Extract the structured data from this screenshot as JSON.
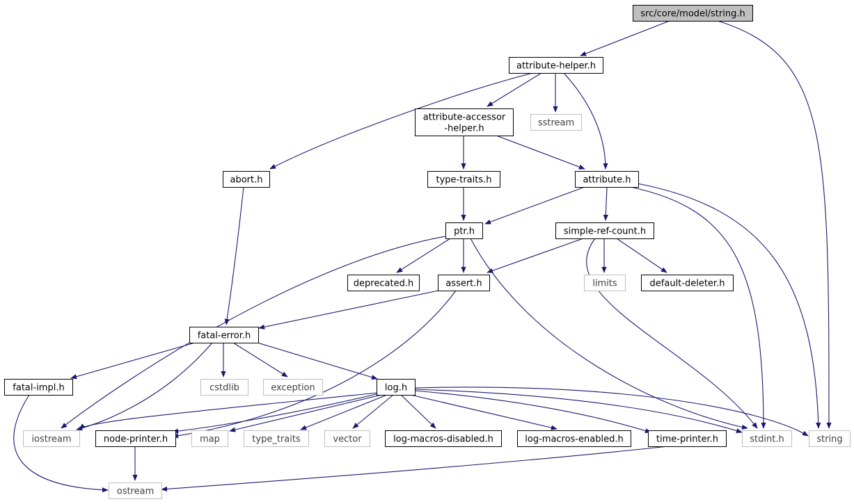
{
  "graph": {
    "root": "src/core/model/string.h",
    "nodes": [
      {
        "id": "string_h",
        "label": "src/core/model/string.h",
        "style": "root"
      },
      {
        "id": "attribute_helper",
        "label": "attribute-helper.h",
        "style": "file"
      },
      {
        "id": "attribute_accessor_helper",
        "label": "attribute-accessor\n-helper.h",
        "style": "file"
      },
      {
        "id": "sstream",
        "label": "sstream",
        "style": "system"
      },
      {
        "id": "abort",
        "label": "abort.h",
        "style": "file"
      },
      {
        "id": "type_traits_h",
        "label": "type-traits.h",
        "style": "file"
      },
      {
        "id": "attribute",
        "label": "attribute.h",
        "style": "file"
      },
      {
        "id": "ptr",
        "label": "ptr.h",
        "style": "file"
      },
      {
        "id": "simple_ref_count",
        "label": "simple-ref-count.h",
        "style": "file"
      },
      {
        "id": "deprecated",
        "label": "deprecated.h",
        "style": "file"
      },
      {
        "id": "assert",
        "label": "assert.h",
        "style": "file"
      },
      {
        "id": "limits",
        "label": "limits",
        "style": "system"
      },
      {
        "id": "default_deleter",
        "label": "default-deleter.h",
        "style": "file"
      },
      {
        "id": "fatal_error",
        "label": "fatal-error.h",
        "style": "file"
      },
      {
        "id": "fatal_impl",
        "label": "fatal-impl.h",
        "style": "file"
      },
      {
        "id": "cstdlib",
        "label": "cstdlib",
        "style": "system"
      },
      {
        "id": "exception",
        "label": "exception",
        "style": "system"
      },
      {
        "id": "log",
        "label": "log.h",
        "style": "file"
      },
      {
        "id": "iostream",
        "label": "iostream",
        "style": "system"
      },
      {
        "id": "node_printer",
        "label": "node-printer.h",
        "style": "file"
      },
      {
        "id": "map",
        "label": "map",
        "style": "system"
      },
      {
        "id": "type_traits",
        "label": "type_traits",
        "style": "system"
      },
      {
        "id": "vector",
        "label": "vector",
        "style": "system"
      },
      {
        "id": "log_macros_disabled",
        "label": "log-macros-disabled.h",
        "style": "file"
      },
      {
        "id": "log_macros_enabled",
        "label": "log-macros-enabled.h",
        "style": "file"
      },
      {
        "id": "time_printer",
        "label": "time-printer.h",
        "style": "file"
      },
      {
        "id": "stdint",
        "label": "stdint.h",
        "style": "system"
      },
      {
        "id": "string",
        "label": "string",
        "style": "system"
      },
      {
        "id": "ostream",
        "label": "ostream",
        "style": "system"
      }
    ],
    "edges": [
      [
        "string_h",
        "attribute_helper"
      ],
      [
        "string_h",
        "string"
      ],
      [
        "attribute_helper",
        "abort"
      ],
      [
        "attribute_helper",
        "attribute_accessor_helper"
      ],
      [
        "attribute_helper",
        "sstream"
      ],
      [
        "attribute_helper",
        "attribute"
      ],
      [
        "attribute_accessor_helper",
        "type_traits_h"
      ],
      [
        "attribute_accessor_helper",
        "attribute"
      ],
      [
        "abort",
        "fatal_error"
      ],
      [
        "type_traits_h",
        "ptr"
      ],
      [
        "attribute",
        "ptr"
      ],
      [
        "attribute",
        "simple_ref_count"
      ],
      [
        "attribute",
        "stdint"
      ],
      [
        "attribute",
        "string"
      ],
      [
        "ptr",
        "iostream"
      ],
      [
        "ptr",
        "deprecated"
      ],
      [
        "ptr",
        "assert"
      ],
      [
        "ptr",
        "stdint"
      ],
      [
        "simple_ref_count",
        "assert"
      ],
      [
        "simple_ref_count",
        "limits"
      ],
      [
        "simple_ref_count",
        "default_deleter"
      ],
      [
        "simple_ref_count",
        "stdint"
      ],
      [
        "assert",
        "fatal_error"
      ],
      [
        "assert",
        "node_printer"
      ],
      [
        "fatal_error",
        "fatal_impl"
      ],
      [
        "fatal_error",
        "iostream"
      ],
      [
        "fatal_error",
        "cstdlib"
      ],
      [
        "fatal_error",
        "exception"
      ],
      [
        "fatal_error",
        "log"
      ],
      [
        "fatal_impl",
        "ostream"
      ],
      [
        "log",
        "iostream"
      ],
      [
        "log",
        "node_printer"
      ],
      [
        "log",
        "map"
      ],
      [
        "log",
        "type_traits"
      ],
      [
        "log",
        "vector"
      ],
      [
        "log",
        "log_macros_disabled"
      ],
      [
        "log",
        "log_macros_enabled"
      ],
      [
        "log",
        "time_printer"
      ],
      [
        "log",
        "stdint"
      ],
      [
        "log",
        "string"
      ],
      [
        "node_printer",
        "ostream"
      ],
      [
        "time_printer",
        "ostream"
      ]
    ]
  },
  "colors": {
    "edge": "#191970",
    "root_fill": "#bfbfbf",
    "file_border": "#000000",
    "system_border": "#bfbfbf",
    "system_text": "#404040",
    "text": "#000000"
  }
}
